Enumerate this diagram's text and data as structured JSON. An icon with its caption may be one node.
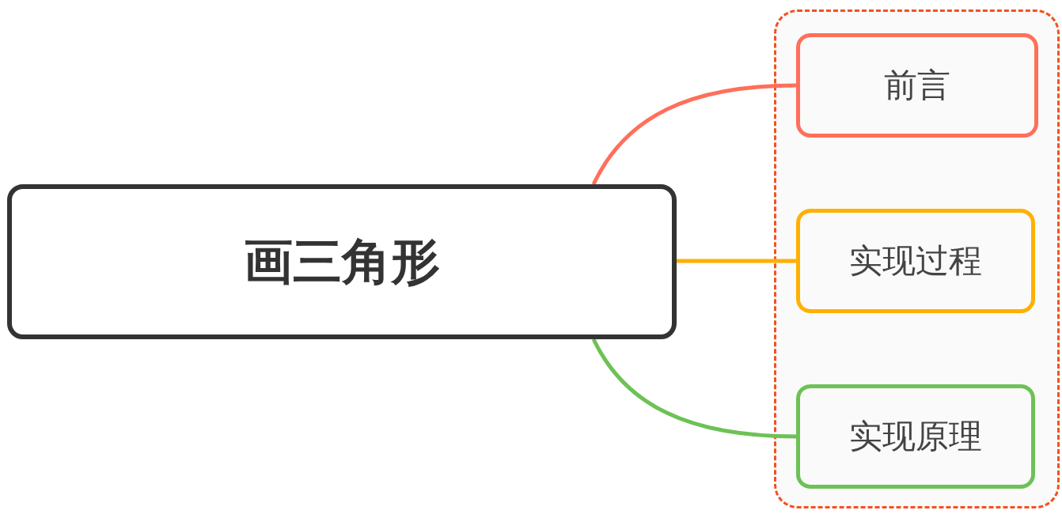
{
  "diagram": {
    "nodes": [
      {
        "text": [
          "画三角形"
        ]
      },
      {
        "text": [],
        "shape": "box"
      },
      {
        "text": [
          "前言"
        ],
        "in": 1
      },
      {
        "text": [
          "实现过程"
        ],
        "in": 1
      },
      {
        "text": [
          "实现原理"
        ],
        "in": 1
      }
    ],
    "edges": [
      {
        "from": 0,
        "to": 2,
        "arrow": "none",
        "color": "#ff6f5a"
      },
      {
        "from": 0,
        "to": 3,
        "arrow": "none",
        "color": "#ffb000"
      },
      {
        "from": 0,
        "to": 4,
        "arrow": "none",
        "color": "#6cc255"
      }
    ]
  }
}
